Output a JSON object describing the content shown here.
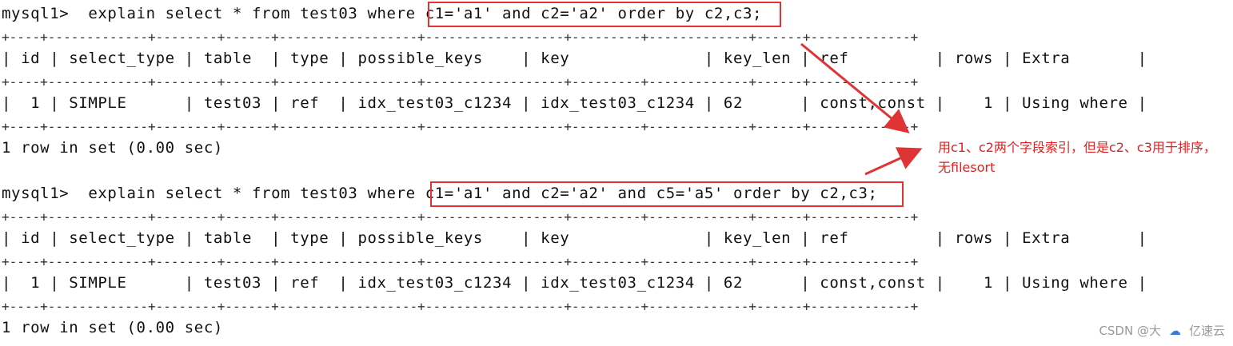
{
  "colors": {
    "terminal_bg": "#ffffff",
    "text": "#111111",
    "highlight": "#e03434",
    "annotation": "#e02020"
  },
  "block1": {
    "command": "mysql1>  explain select * from test03 where c1='a1' and c2='a2' order by c2,c3;",
    "border": "+----+-------------+--------+------+------------------+------------------+---------+-------------+------+-------------+",
    "header": "| id | select_type | table  | type | possible_keys    | key              | key_len | ref         | rows | Extra       |",
    "row": "|  1 | SIMPLE      | test03 | ref  | idx_test03_c1234 | idx_test03_c1234 | 62      | const,const |    1 | Using where |",
    "footer": "1 row in set (0.00 sec)"
  },
  "block2": {
    "command": "mysql1>  explain select * from test03 where c1='a1' and c2='a2' and c5='a5' order by c2,c3;",
    "border": "+----+-------------+--------+------+------------------+------------------+---------+-------------+------+-------------+",
    "header": "| id | select_type | table  | type | possible_keys    | key              | key_len | ref         | rows | Extra       |",
    "row": "|  1 | SIMPLE      | test03 | ref  | idx_test03_c1234 | idx_test03_c1234 | 62      | const,const |    1 | Using where |",
    "footer": "1 row in set (0.00 sec)"
  },
  "annotation": {
    "text": "用c1、c2两个字段索引，但是c2、c3用于排序，无filesort"
  },
  "watermark": {
    "csdn": "CSDN @大",
    "brand": "亿速云"
  }
}
